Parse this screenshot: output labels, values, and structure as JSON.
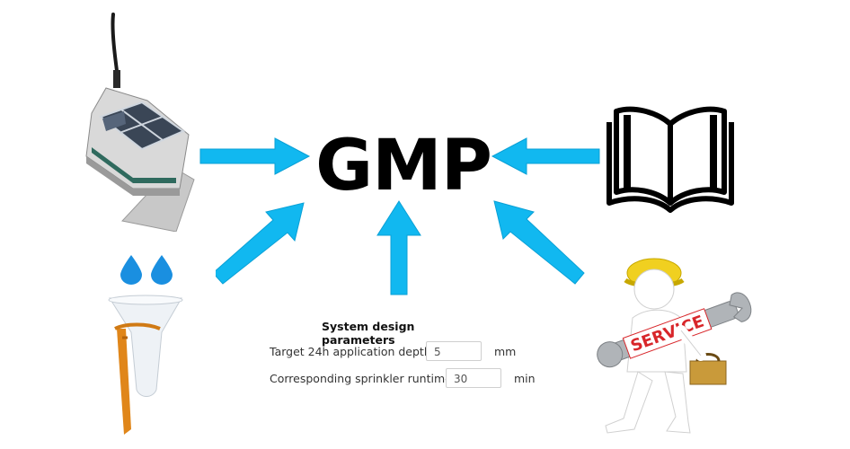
{
  "center": {
    "label": "GMP"
  },
  "parameters": {
    "title": "System design parameters",
    "rows": [
      {
        "label": "Target 24h application depth",
        "value": "5",
        "unit": "mm"
      },
      {
        "label": "Corresponding sprinkler runtime",
        "value": "30",
        "unit": "min"
      }
    ]
  },
  "service_sign": {
    "text": "SERVICE"
  },
  "colors": {
    "arrow": "#11b8f0",
    "arrow_stroke": "#0aa0d6",
    "drop": "#1a8fe0",
    "hardhat": "#f0d020",
    "wrench": "#b0b4b8",
    "sign_red": "#d8262a",
    "funnel": "#eef2f6",
    "stake": "#e0861a"
  },
  "icons": [
    "sensor-device-icon",
    "open-book-icon",
    "rain-gauge-icon",
    "service-worker-icon",
    "water-drop-icon"
  ]
}
